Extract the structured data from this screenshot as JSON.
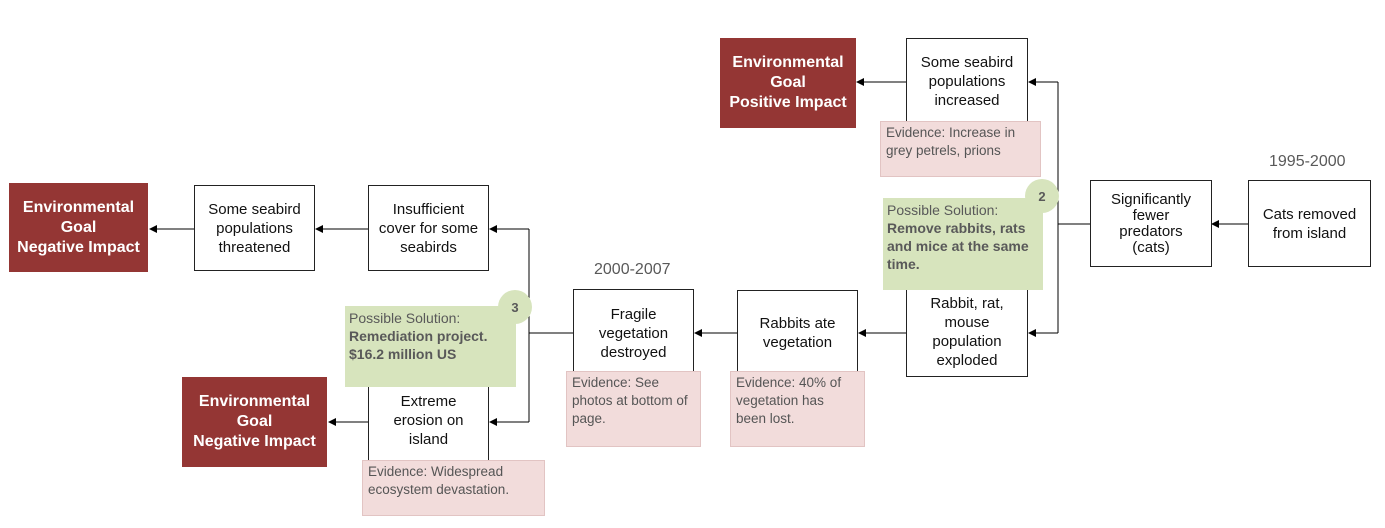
{
  "periods": {
    "first": "1995-2000",
    "second": "2000-2007"
  },
  "boxes": {
    "cats_removed": "Cats removed\nfrom island",
    "fewer_predators": "Significantly\nfewer\npredators\n(cats)",
    "seabird_increased": "Some seabird\npopulations\nincreased",
    "population_exploded": "Rabbit, rat,\nmouse\npopulation\nexploded",
    "rabbits_ate": "Rabbits ate\nvegetation",
    "fragile_vegetation": "Fragile\nvegetation\ndestroyed",
    "insufficient_cover": "Insufficient\ncover for some\nseabirds",
    "seabird_threatened": "Some seabird\npopulations\nthreatened",
    "erosion": "Extreme\nerosion on\nisland"
  },
  "goals": {
    "positive": "Environmental\nGoal\nPositive Impact",
    "negative_top": "Environmental\nGoal\nNegative Impact",
    "negative_bottom": "Environmental\nGoal\nNegative Impact"
  },
  "evidence": {
    "seabird_increase": "Evidence: Increase in\ngrey petrels, prions",
    "vegetation_lost": "Evidence:  40% of\nvegetation has\nbeen lost.",
    "photos": "Evidence:  See\nphotos at bottom of\npage.",
    "devastation": "Evidence:  Widespread\necosystem devastation."
  },
  "solutions": {
    "two": {
      "number": "2",
      "label": "Possible Solution:",
      "text": "Remove rabbits, rats\nand mice at the same\ntime."
    },
    "three": {
      "number": "3",
      "label": "Possible Solution:",
      "text": "Remediation project.\n$16.2 million US"
    }
  },
  "colors": {
    "goal": "#943634",
    "evidence": "#f2dcdb",
    "solution": "#d7e4bd",
    "line": "#000000"
  }
}
